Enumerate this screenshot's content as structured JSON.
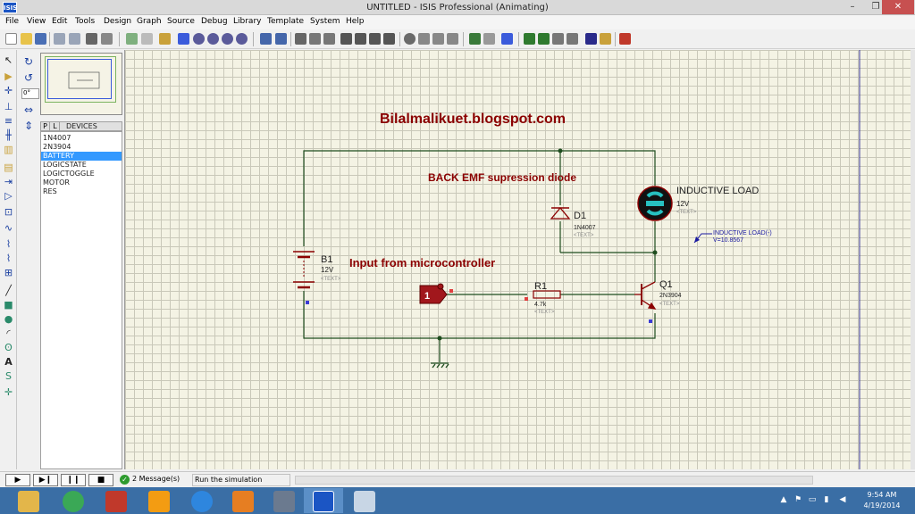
{
  "window": {
    "title": "UNTITLED - ISIS Professional (Animating)",
    "app_icon_label": "ISIS",
    "minimize": "–",
    "maximize": "❐",
    "close": "✕"
  },
  "menu": [
    "File",
    "View",
    "Edit",
    "Tools",
    "Design",
    "Graph",
    "Source",
    "Debug",
    "Library",
    "Template",
    "System",
    "Help"
  ],
  "side_panel": {
    "angle_value": "0°",
    "tabs": [
      "P",
      "L"
    ],
    "devices_label": "DEVICES",
    "devices": [
      "1N4007",
      "2N3904",
      "BATTERY",
      "LOGICSTATE",
      "LOGICTOGGLE",
      "MOTOR",
      "RES"
    ],
    "selected_device": "BATTERY"
  },
  "schematic": {
    "blog_title": "Bilalmalikuet.blogspot.com",
    "annotation_emf": "BACK EMF supression diode",
    "annotation_input": "Input from microcontroller",
    "motor": {
      "name": "INDUCTIVE LOAD",
      "value": "12V",
      "text": "<TEXT>"
    },
    "diode": {
      "name": "D1",
      "value": "1N4007",
      "text": "<TEXT>"
    },
    "battery": {
      "name": "B1",
      "value": "12V",
      "text": "<TEXT>"
    },
    "resistor": {
      "name": "R1",
      "value": "4.7k",
      "text": "<TEXT>"
    },
    "transistor": {
      "name": "Q1",
      "value": "2N3904",
      "text": "<TEXT>"
    },
    "probe": {
      "label": "INDUCTIVE LOAD(-)",
      "reading": "V=10.8567"
    },
    "logic_state": "1"
  },
  "status": {
    "sim_buttons": [
      "▶",
      "▶❙",
      "❙❙",
      "■"
    ],
    "messages": "2 Message(s)",
    "status_text": "Run the simulation"
  },
  "taskbar": {
    "time": "9:54 AM",
    "date": "4/19/2014",
    "apps": [
      "file-explorer",
      "chrome",
      "acrobat",
      "vlc",
      "internet-explorer",
      "media-player",
      "evo",
      "isis",
      "paint"
    ]
  },
  "colors": {
    "wire": "#1e4d1e",
    "component": "#8b0000",
    "annotation": "#8b0000",
    "probe": "#1a1aa0",
    "canvas": "#f4f3e4"
  }
}
